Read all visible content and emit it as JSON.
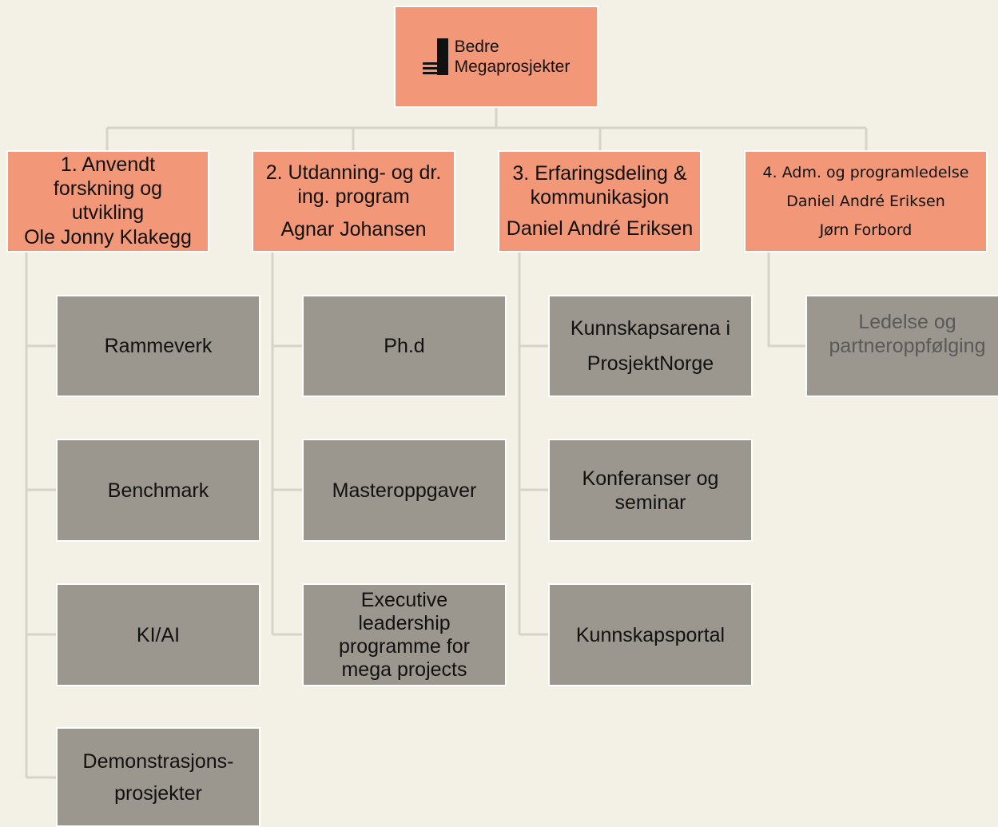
{
  "root": {
    "logo_name": "bedre-megaprosjekter-logo",
    "logo_line1": "Bedre",
    "logo_line2": "Megaprosjekter"
  },
  "branches": [
    {
      "title_lines": [
        "1. Anvendt",
        "forskning og",
        "utvikling"
      ],
      "lead": "Ole Jonny Klakegg",
      "items": [
        "Rammeverk",
        "Benchmark",
        "KI/AI",
        "Demonstrasjons-\nprosjekter"
      ]
    },
    {
      "title_lines": [
        "2. Utdanning- og dr.",
        "ing. program"
      ],
      "lead": "Agnar Johansen",
      "items": [
        "Ph.d",
        "Masteroppgaver",
        "Executive\nleadership\nprogramme for\nmega projects"
      ]
    },
    {
      "title_lines": [
        "3. Erfaringsdeling &",
        "kommunikasjon"
      ],
      "lead": "Daniel André Eriksen",
      "items": [
        "Kunnskapsarena i\nProsjektNorge",
        "Konferanser og\nseminar",
        "Kunnskapsportal"
      ]
    },
    {
      "title_lines": [
        "4. Adm. og programledelse"
      ],
      "leads": [
        "Daniel André Eriksen",
        "Jørn Forbord"
      ],
      "items": [
        "Ledelse og\npartneroppfølging"
      ]
    }
  ],
  "colors": {
    "background": "#f3f0e5",
    "head_box": "#f29777",
    "sub_box": "#9b978e",
    "connector": "#d6d3c9",
    "muted_text": "#595959"
  }
}
